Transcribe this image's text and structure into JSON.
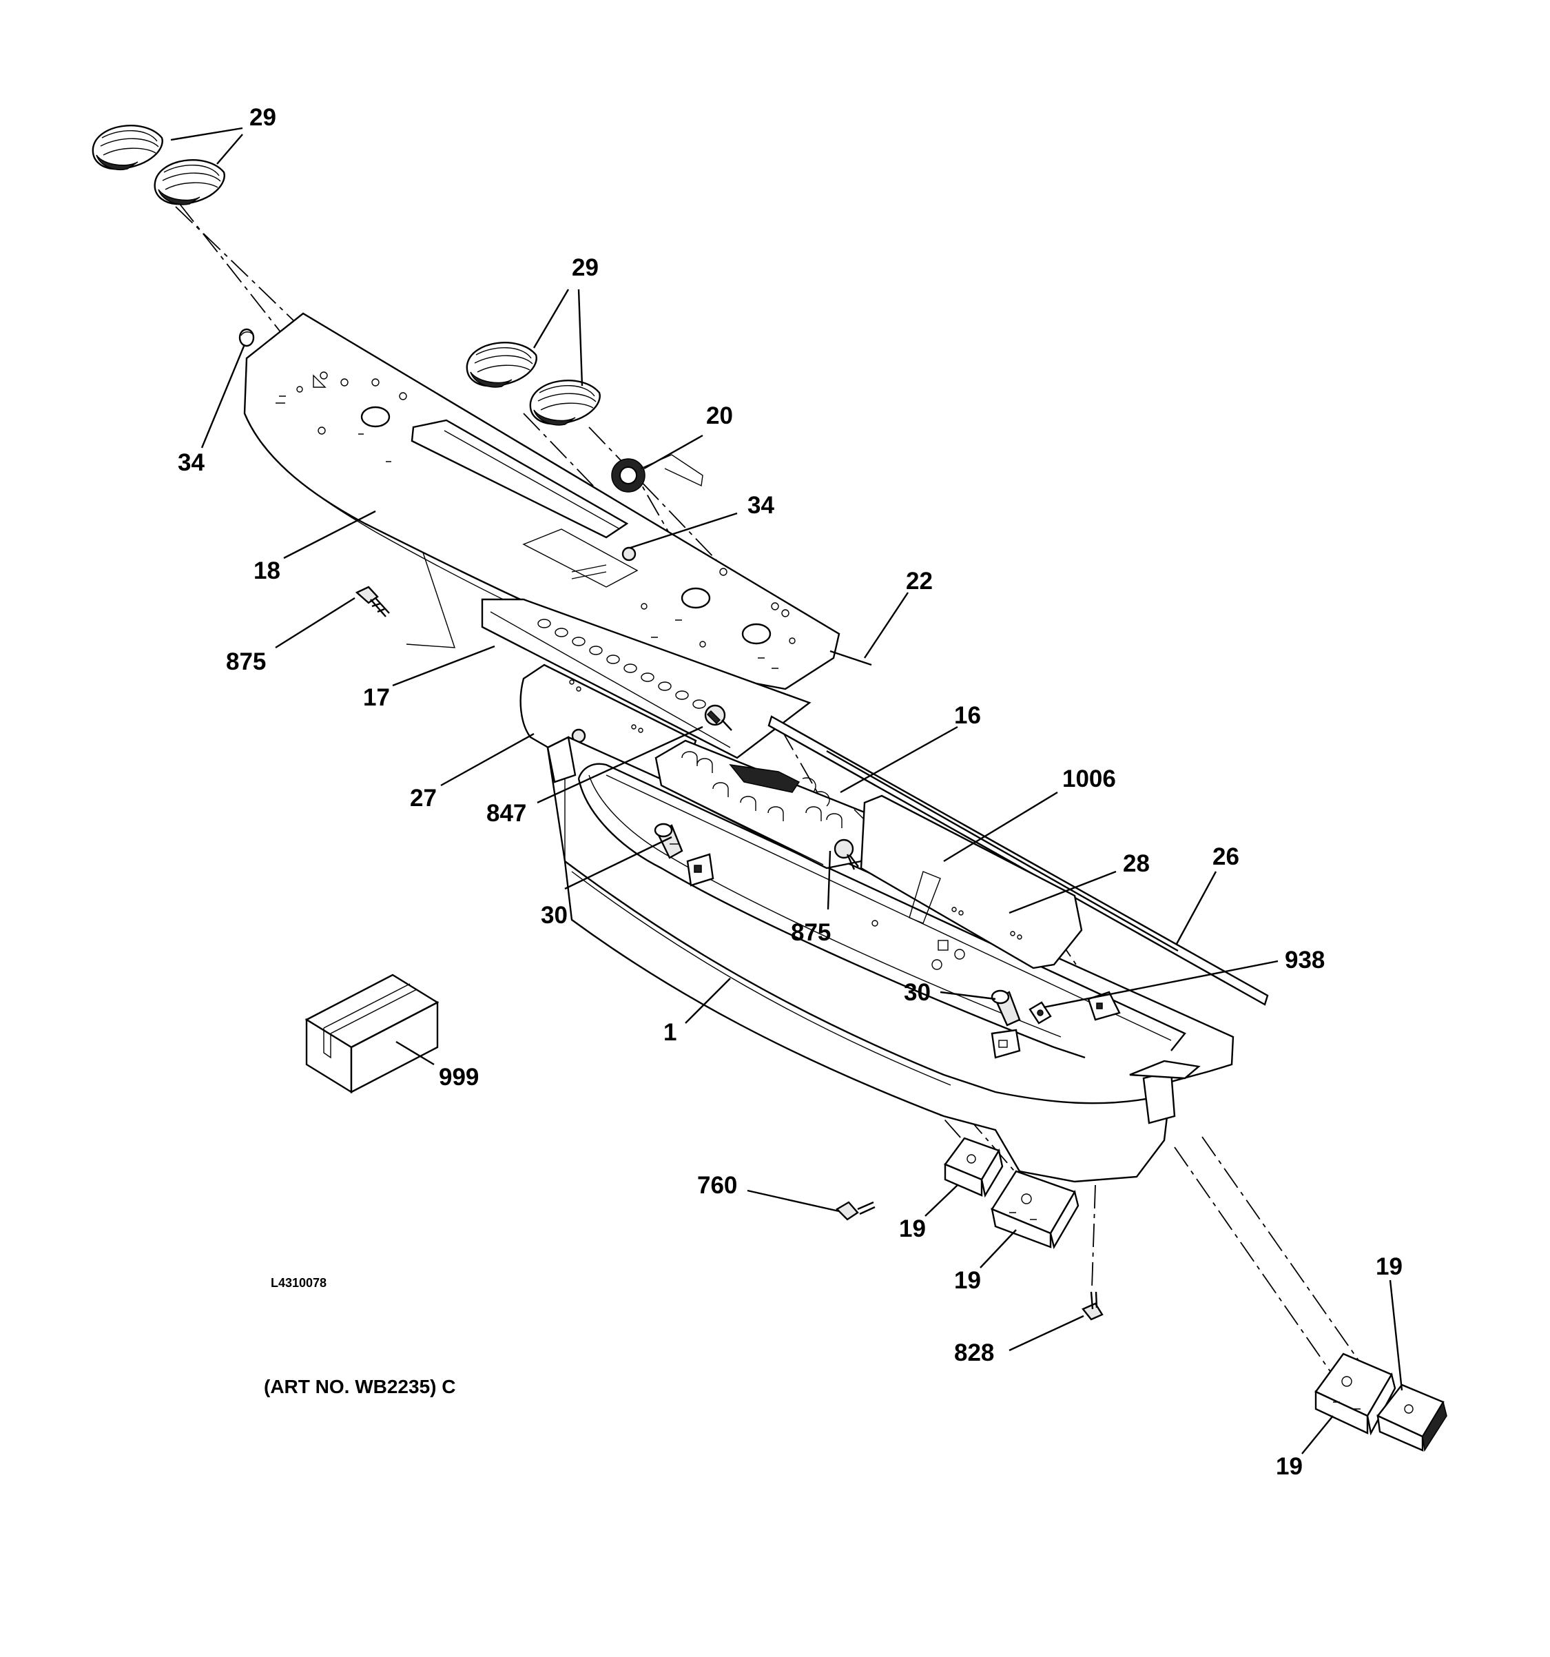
{
  "diagram": {
    "art_code": "L4310078",
    "art_number": "(ART NO. WB2235) C",
    "callouts": [
      {
        "id": "c29a",
        "text": "29"
      },
      {
        "id": "c29b",
        "text": "29"
      },
      {
        "id": "c20",
        "text": "20"
      },
      {
        "id": "c34a",
        "text": "34"
      },
      {
        "id": "c34b",
        "text": "34"
      },
      {
        "id": "c18",
        "text": "18"
      },
      {
        "id": "c875a",
        "text": "875"
      },
      {
        "id": "c22",
        "text": "22"
      },
      {
        "id": "c17",
        "text": "17"
      },
      {
        "id": "c16",
        "text": "16"
      },
      {
        "id": "c27",
        "text": "27"
      },
      {
        "id": "c847",
        "text": "847"
      },
      {
        "id": "c1006",
        "text": "1006"
      },
      {
        "id": "c28",
        "text": "28"
      },
      {
        "id": "c26",
        "text": "26"
      },
      {
        "id": "c30a",
        "text": "30"
      },
      {
        "id": "c875b",
        "text": "875"
      },
      {
        "id": "c938",
        "text": "938"
      },
      {
        "id": "c30b",
        "text": "30"
      },
      {
        "id": "c1",
        "text": "1"
      },
      {
        "id": "c999",
        "text": "999"
      },
      {
        "id": "c760",
        "text": "760"
      },
      {
        "id": "c19a",
        "text": "19"
      },
      {
        "id": "c19b",
        "text": "19"
      },
      {
        "id": "c19c",
        "text": "19"
      },
      {
        "id": "c19d",
        "text": "19"
      },
      {
        "id": "c828",
        "text": "828"
      }
    ]
  }
}
